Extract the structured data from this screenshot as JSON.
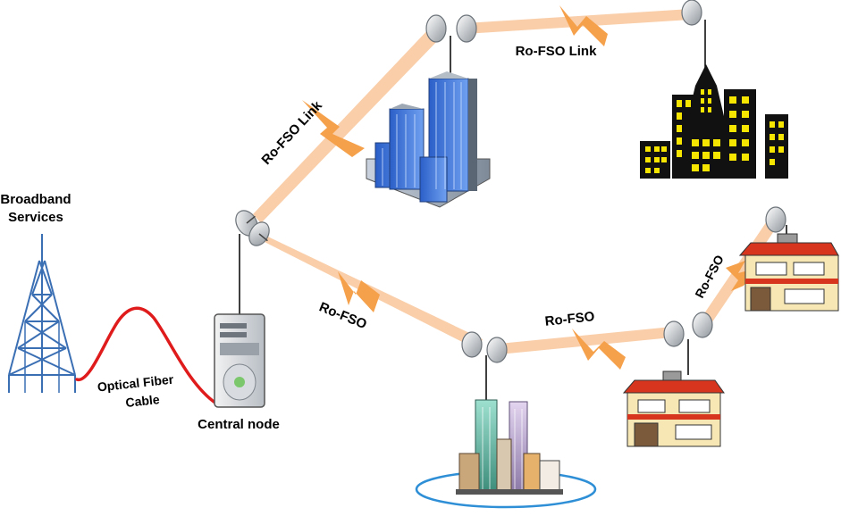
{
  "labels": {
    "broadband_line1": "Broadband",
    "broadband_line2": "Services",
    "fiber_line1": "Optical Fiber",
    "fiber_line2": "Cable",
    "central_node": "Central node",
    "link_top_diag": "Ro-FSO Link",
    "link_top_horiz": "Ro-FSO Link",
    "link_lower_diag": "Ro-FSO",
    "link_lower_horiz": "Ro-FSO",
    "link_right_diag": "Ro-FSO"
  },
  "colors": {
    "laser_beam": "#F8C9A0",
    "zigzag": "#F5A04A",
    "fiber": "#E01B1B",
    "tower": "#3B6FB4",
    "office_blue": "#4A7FD8",
    "city_dark": "#111111",
    "window_yellow": "#F5E500",
    "roof_red": "#D8351E",
    "house_wall": "#F6E7B4",
    "ring": "#2E8FD6"
  },
  "icons": [
    "transmission-tower-icon",
    "server-icon",
    "dish-antenna-icon",
    "office-building-icon",
    "city-night-icon",
    "house-icon",
    "skyline-icon"
  ]
}
